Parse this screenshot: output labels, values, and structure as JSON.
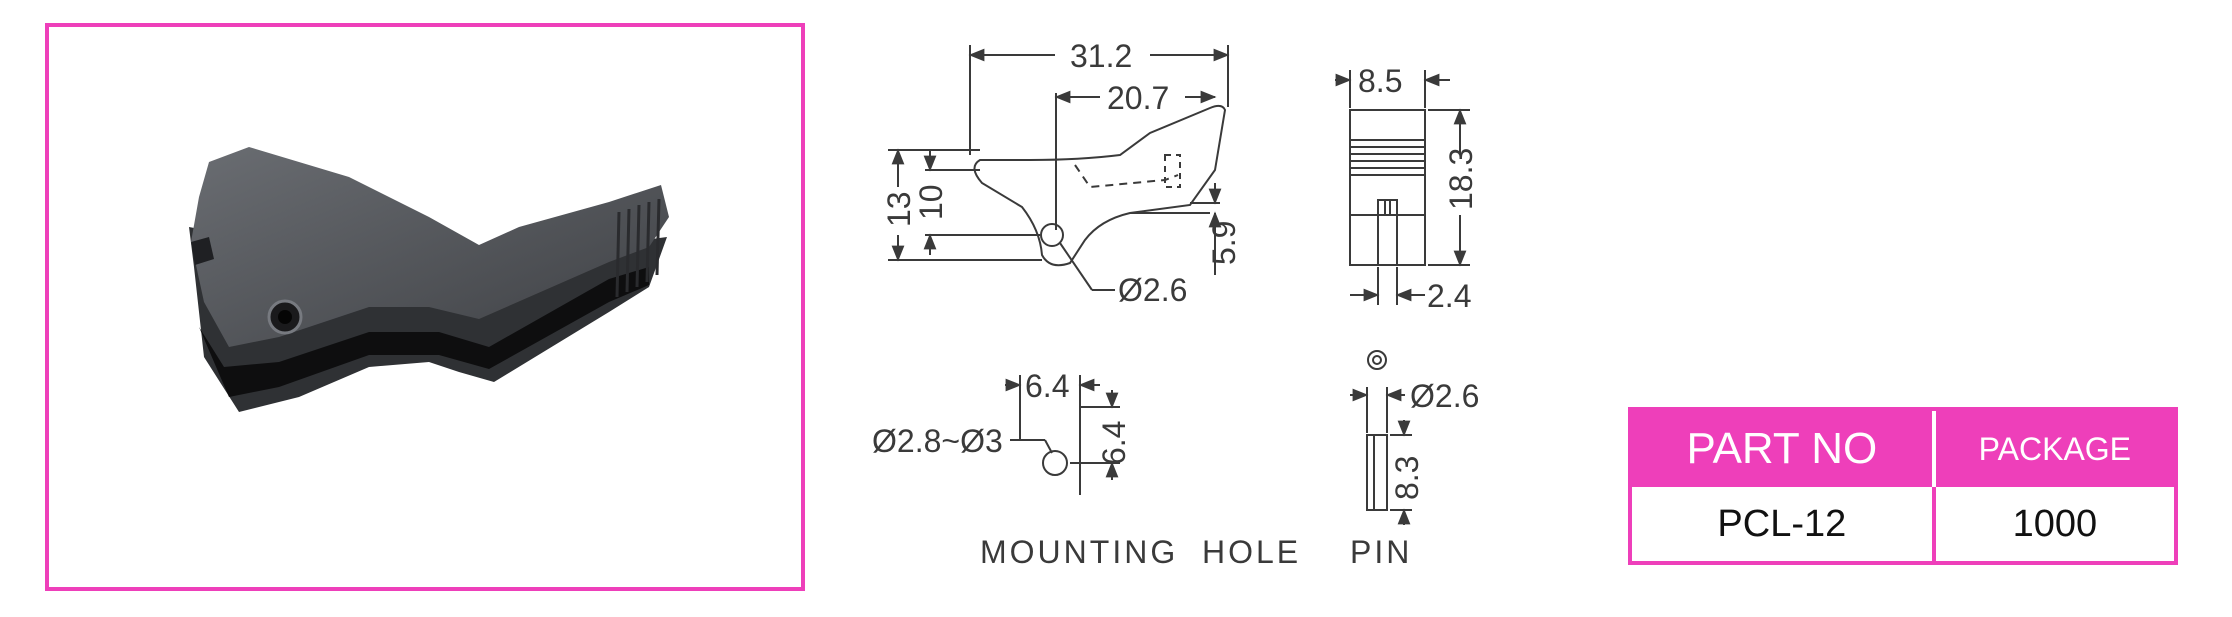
{
  "dimensions": {
    "overall_length": "31.2",
    "pivot_to_tip": "20.7",
    "total_height": "13",
    "body_height": "10",
    "hole_to_top": "5.9",
    "pivot_hole": "Ø2.6",
    "width": "8.5",
    "side_height": "18.3",
    "slot_width": "2.4",
    "mount_h": "6.4",
    "mount_v": "6.4",
    "mount_hole": "Ø2.8~Ø3",
    "pin_dia": "Ø2.6",
    "pin_len": "8.3"
  },
  "captions": {
    "mounting_hole": "MOUNTING  HOLE",
    "pin": "PIN"
  },
  "table": {
    "headers": [
      "PART NO",
      "PACKAGE"
    ],
    "row": [
      "PCL-12",
      "1000"
    ]
  },
  "colors": {
    "accent": "#ee3fba",
    "line": "#3a3a3a",
    "part": "#4a4c50"
  }
}
